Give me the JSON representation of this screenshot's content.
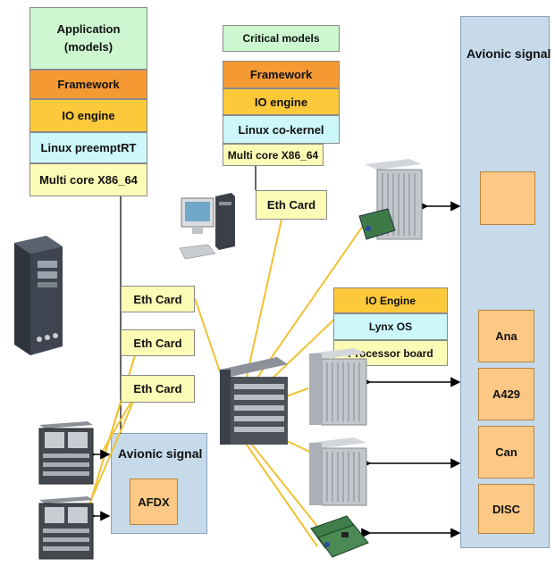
{
  "colors": {
    "green": "#ccf7d1",
    "orange": "#f59a33",
    "yellow_dark": "#fcc93a",
    "cyan": "#ccf7fb",
    "yellow_light": "#fdfcb6",
    "panel_blue": "#c6daea",
    "io_orange": "#fbc985",
    "wire": "#f1c232"
  },
  "host_stack": {
    "application": "Application",
    "models": "(models)",
    "framework": "Framework",
    "io_engine": "IO  engine",
    "os": "Linux preemptRT",
    "cpu": "Multi core X86_64"
  },
  "critical_stack": {
    "critical_models": "Critical models",
    "framework": "Framework",
    "io_engine": "IO engine",
    "os": "Linux co-kernel",
    "cpu": "Multi core X86_64"
  },
  "lynx_stack": {
    "io_engine": "IO Engine",
    "os": "Lynx OS",
    "board": "Processor board"
  },
  "eth_cards": {
    "top": "Eth Card",
    "c1": "Eth Card",
    "c2": "Eth Card",
    "c3": "Eth Card"
  },
  "avionic_right": {
    "title": "Avionic signal",
    "ana": "Ana",
    "a429": "A429",
    "can": "Can",
    "disc": "DISC"
  },
  "avionic_bottom": {
    "title": "Avionic signal",
    "afdx": "AFDX"
  }
}
